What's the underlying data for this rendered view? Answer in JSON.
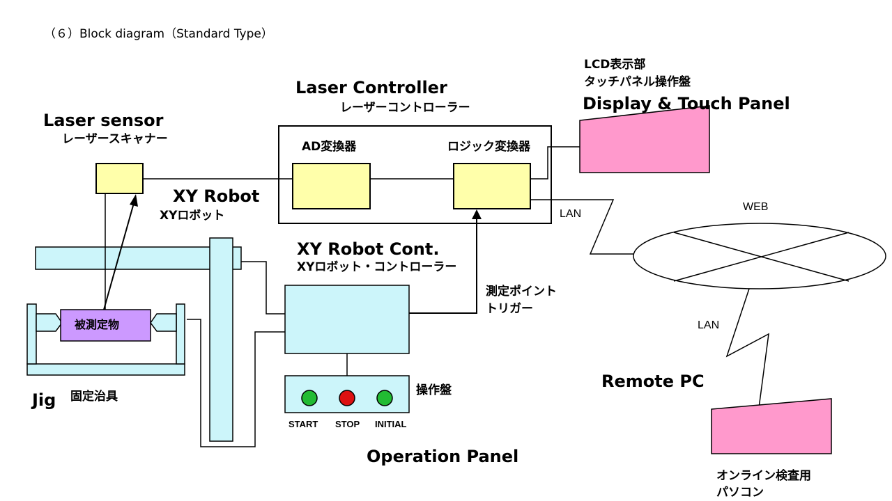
{
  "page_title": "（６）Block diagram（Standard Type）",
  "laser_controller": {
    "label_en": "Laser Controller",
    "label_jp": "レーザーコントローラー"
  },
  "laser_sensor": {
    "label_en": "Laser sensor",
    "label_jp": "レーザースキャナー"
  },
  "ad_converter": {
    "label": "AD変換器"
  },
  "logic_converter": {
    "label": "ロジック変換器"
  },
  "display_panel": {
    "label_jp_1": "LCD表示部",
    "label_jp_2": "タッチパネル操作盤",
    "label_en": "Display & Touch Panel"
  },
  "xy_robot": {
    "label_en": "XY Robot",
    "label_jp": "XYロボット"
  },
  "robot_controller": {
    "label_en": "XY Robot  Cont.",
    "label_jp": "XYロボット・コントローラー"
  },
  "trigger": {
    "label_1": "測定ポイント",
    "label_2": "トリガー"
  },
  "jig": {
    "label_en": "Jig",
    "label_jp": "固定治具",
    "workpiece": "被測定物"
  },
  "operation_panel": {
    "label_en": "Operation Panel",
    "label_jp": "操作盤",
    "buttons": [
      {
        "label": "START",
        "color": "#22bb33"
      },
      {
        "label": "STOP",
        "color": "#dd1111"
      },
      {
        "label": "INITIAL",
        "color": "#22bb33"
      }
    ]
  },
  "network": {
    "web_label": "WEB",
    "lan_label_1": "LAN",
    "lan_label_2": "LAN"
  },
  "remote_pc": {
    "label_en": "Remote PC",
    "label_jp_1": "オンライン検査用",
    "label_jp_2": "パソコン"
  },
  "colors": {
    "yellow_box": "#ffffaa",
    "cyan_box": "#ccf5fa",
    "pink_panel": "#ff99cc",
    "purple_obj": "#cc99ff"
  }
}
